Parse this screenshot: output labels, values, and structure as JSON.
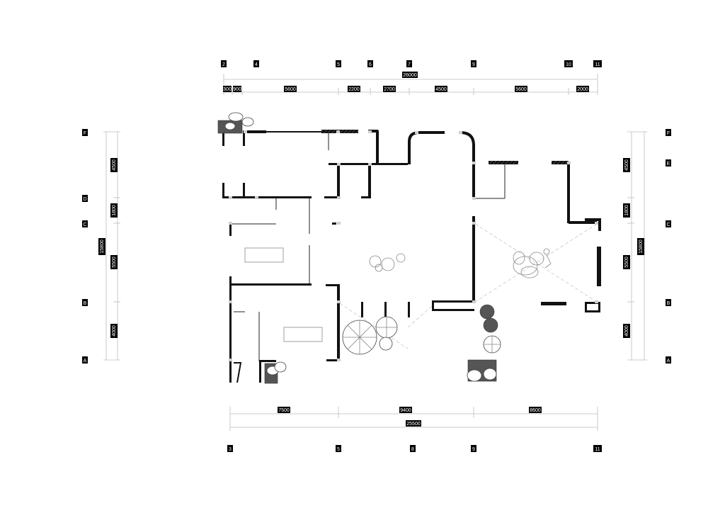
{
  "grid_top": [
    "2",
    "4",
    "5",
    "6",
    "7",
    "9",
    "10",
    "11"
  ],
  "grid_bottom": [
    "3",
    "5",
    "8",
    "9",
    "11"
  ],
  "grid_left": [
    "F",
    "D",
    "C",
    "B",
    "A"
  ],
  "grid_right": [
    "F",
    "E",
    "C",
    "B",
    "A"
  ],
  "dims_top_total": "26000",
  "dims_top": [
    "300",
    "900",
    "5600",
    "2200",
    "2700",
    "4500",
    "5600",
    "2000"
  ],
  "dims_bottom": [
    "7500",
    "9400",
    "8600"
  ],
  "dims_bottom_total": "25500",
  "dims_left": [
    "4500",
    "1800",
    "5500",
    "4000"
  ],
  "dims_left_total": "15800",
  "dims_right": [
    "4500",
    "1800",
    "5500",
    "4000"
  ],
  "dims_right_total": "15800"
}
